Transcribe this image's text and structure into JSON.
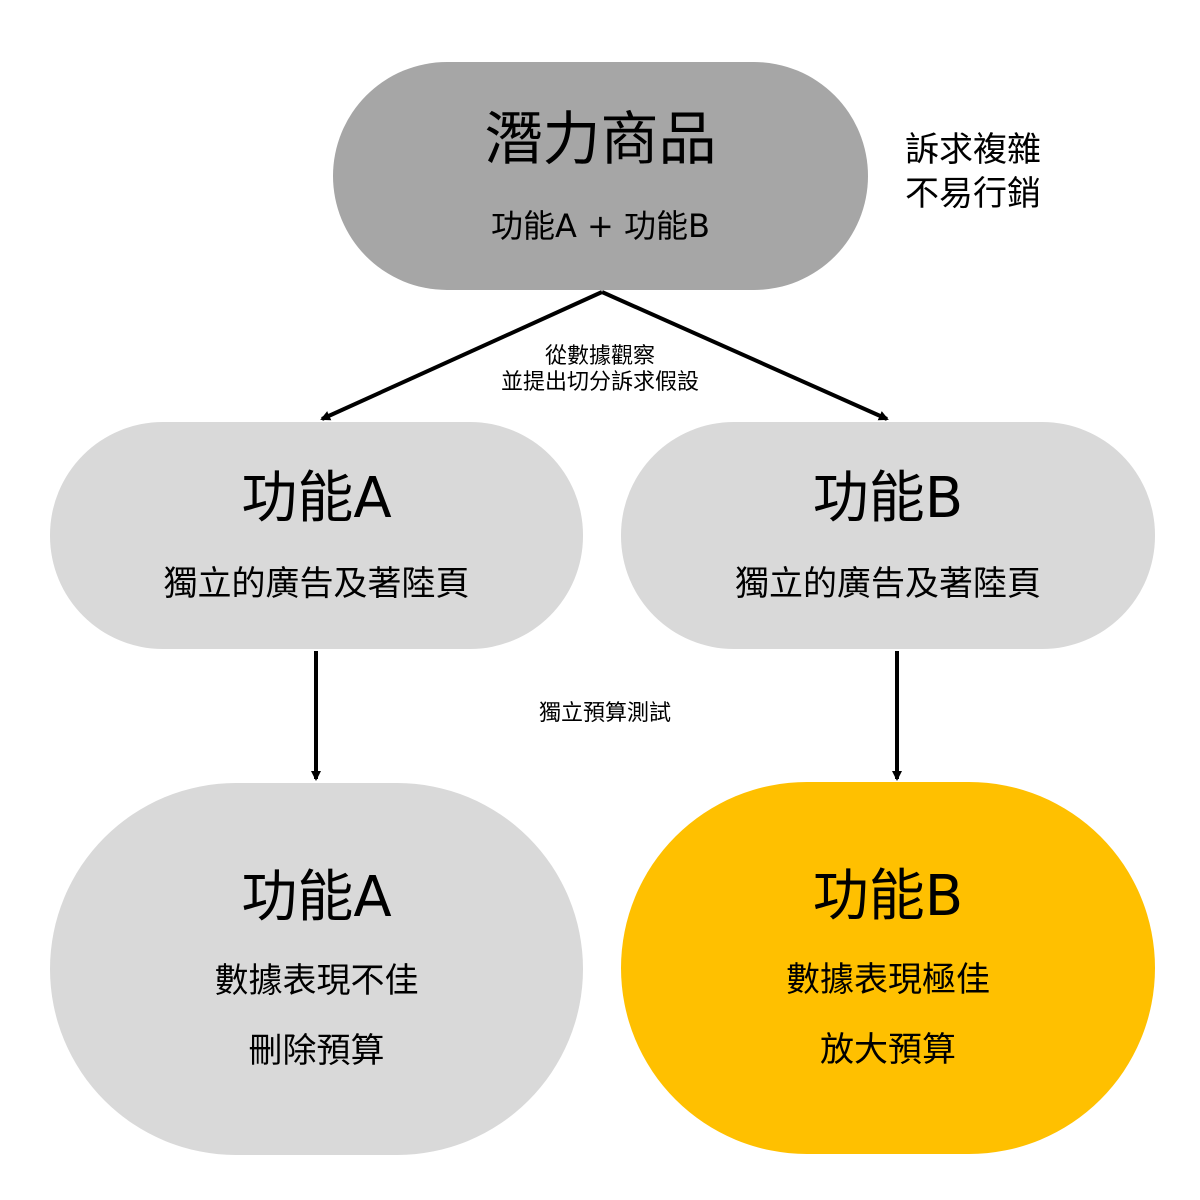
{
  "colors": {
    "top_node": "#a6a6a6",
    "mid_node": "#d9d9d9",
    "bottom_a": "#d9d9d9",
    "bottom_b": "#ffc000",
    "arrow": "#000000"
  },
  "top_node": {
    "title": "潛力商品",
    "subtitle": "功能A + 功能B"
  },
  "side_note": {
    "line1": "訴求複雜",
    "line2": "不易行銷"
  },
  "split_label": {
    "line1": "從數據觀察",
    "line2": "並提出切分訴求假設"
  },
  "mid_nodes": [
    {
      "title": "功能A",
      "subtitle": "獨立的廣告及著陸頁"
    },
    {
      "title": "功能B",
      "subtitle": "獨立的廣告及著陸頁"
    }
  ],
  "test_label": "獨立預算測試",
  "bottom_nodes": [
    {
      "title": "功能A",
      "line1": "數據表現不佳",
      "line2": "刪除預算"
    },
    {
      "title": "功能B",
      "line1": "數據表現極佳",
      "line2": "放大預算"
    }
  ]
}
